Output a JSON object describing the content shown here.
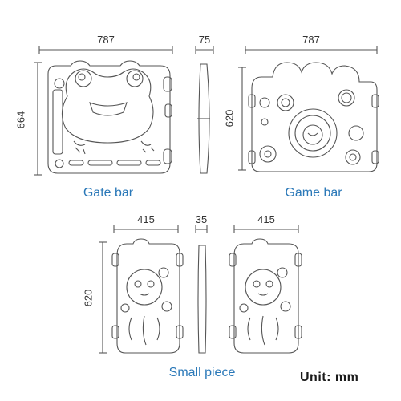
{
  "labels": {
    "gate_width": "787",
    "gate_height": "664",
    "gate_thickness": "75",
    "game_width": "787",
    "game_height": "620",
    "small_width_1": "415",
    "small_thickness": "35",
    "small_width_2": "415",
    "small_height": "620"
  },
  "captions": {
    "gate": "Gate bar",
    "game": "Game bar",
    "small": "Small piece"
  },
  "unit": "Unit: mm",
  "colors": {
    "line": "#555555",
    "caption": "#2a78b8"
  }
}
